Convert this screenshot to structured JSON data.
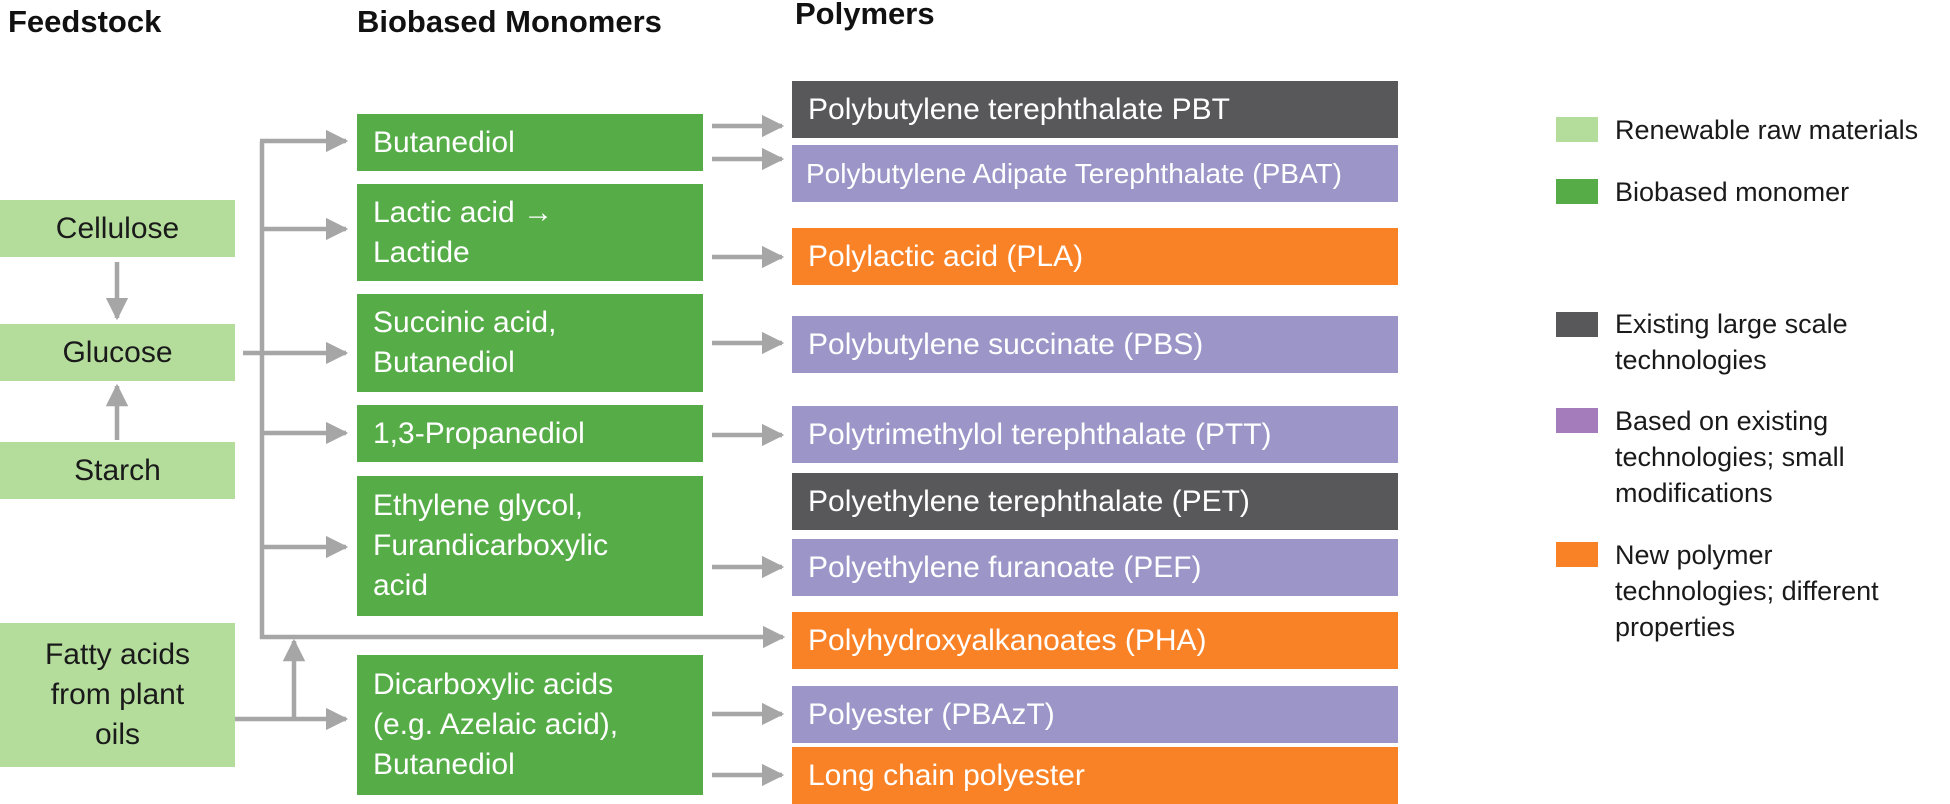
{
  "headers": {
    "feedstock": "Feedstock",
    "monomers": "Biobased Monomers",
    "polymers": "Polymers"
  },
  "colors": {
    "renewable": "#b4dd9c",
    "monomer": "#56ad48",
    "existing": "#58585a",
    "modified": "#9b95c8",
    "new": "#fa8226",
    "legend_modified_swatch": "#a47bbb",
    "arrow": "#a6a6a6"
  },
  "feedstock": {
    "cellulose": "Cellulose",
    "glucose": "Glucose",
    "starch": "Starch",
    "fatty_acids": [
      "Fatty acids",
      "from plant",
      "oils"
    ]
  },
  "monomers": {
    "butanediol": [
      "Butanediol"
    ],
    "lactic": [
      "Lactic acid →",
      "Lactide"
    ],
    "succinic": [
      "Succinic acid,",
      "Butanediol"
    ],
    "propanediol": [
      "1,3-Propanediol"
    ],
    "ethylene": [
      "Ethylene glycol,",
      "Furandicarboxylic",
      "acid"
    ],
    "dicarboxylic": [
      "Dicarboxylic acids",
      "(e.g. Azelaic acid),",
      "Butanediol"
    ]
  },
  "polymers": {
    "pbt": "Polybutylene terephthalate PBT",
    "pbat": "Polybutylene Adipate Terephthalate (PBAT)",
    "pla": "Polylactic acid (PLA)",
    "pbs": "Polybutylene succinate (PBS)",
    "ptt": "Polytrimethylol terephthalate (PTT)",
    "pet": "Polyethylene terephthalate (PET)",
    "pef": "Polyethylene furanoate (PEF)",
    "pha": "Polyhydroxyalkanoates (PHA)",
    "pbazt": "Polyester (PBAzT)",
    "long_chain": "Long chain polyester"
  },
  "legend": {
    "renewable": [
      "Renewable raw materials"
    ],
    "monomer": [
      "Biobased monomer"
    ],
    "existing": [
      "Existing large scale",
      "technologies"
    ],
    "modified": [
      "Based on existing",
      "technologies; small",
      "modifications"
    ],
    "new": [
      "New polymer",
      "technologies; different",
      "properties"
    ]
  }
}
